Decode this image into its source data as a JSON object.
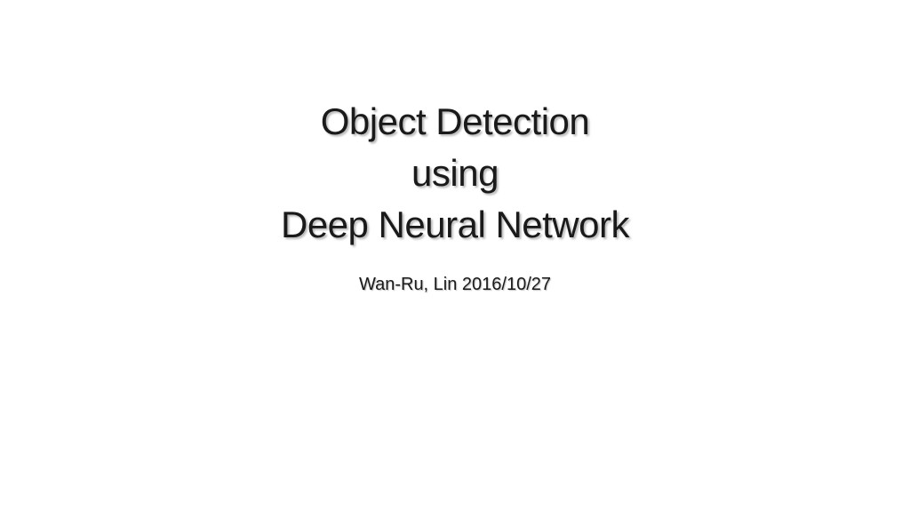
{
  "slide": {
    "title_lines": [
      "Object Detection",
      "using",
      "Deep Neural Network"
    ],
    "subtitle": "Wan-Ru, Lin 2016/10/27"
  },
  "colors": {
    "background": "#ffffff",
    "text": "#1a1a1a"
  }
}
